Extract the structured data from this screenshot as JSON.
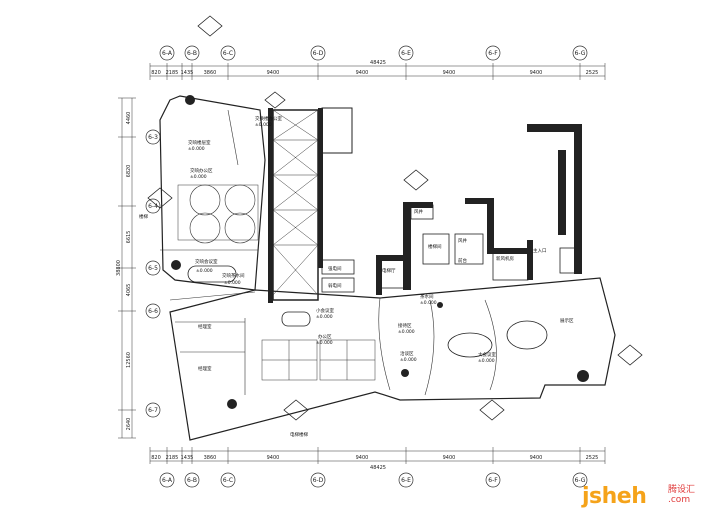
{
  "grid": {
    "columns": [
      "6-A",
      "6-B",
      "6-C",
      "6-D",
      "6-E",
      "6-F",
      "6-G"
    ],
    "rows": [
      "6-3",
      "6-4",
      "6-5",
      "6-6",
      "6-7"
    ]
  },
  "dimensions": {
    "top_segments": [
      "820",
      "2185",
      "1435",
      "3860",
      "9400",
      "9400",
      "9400",
      "9400",
      "2525"
    ],
    "top_total": "48425",
    "bottom_segments": [
      "820",
      "2185",
      "1435",
      "3860",
      "9400",
      "9400",
      "9400",
      "9400",
      "2525"
    ],
    "bottom_total": "48425",
    "left_segments": [
      "4460",
      "6820",
      "6615",
      "4065",
      "12560",
      "2640"
    ],
    "left_overall": "38800"
  },
  "rooms": {
    "vp_office": "交响楼层室",
    "vp_office_level": "±0.000",
    "open_office": "交响办公区",
    "open_office_level": "±0.000",
    "meeting_room": "交响会议室",
    "meeting_room_level": "±0.000",
    "meeting_room_2": "交响茶水间",
    "meeting_room_2_level": "±0.000",
    "office_a": "经理室",
    "office_b": "经理室",
    "small_meeting": "小会议室",
    "small_meeting_level": "±0.000",
    "open_area": "办公区",
    "open_area_level": "±0.000",
    "top_office": "交换楼办公室",
    "top_office_level": "±0.000",
    "ladder": "楼梯",
    "elec": "强电间",
    "weak": "弱电间",
    "elevator_lobby": "电梯厅",
    "pantry": "茶水间",
    "pantry_level": "±0.000",
    "reception": "接待区",
    "reception_level": "±0.000",
    "lounge": "洽谈区",
    "lounge_level": "±0.000",
    "big_meeting": "大会议室",
    "big_meeting_level": "±0.000",
    "display": "展示区",
    "wind": "风井",
    "shaft": "风井",
    "stairs": "楼梯间",
    "fan_room": "新风机房",
    "entry": "主入口",
    "guard": "前台",
    "aisle": "电梯楼梯"
  },
  "logo": {
    "text": "jsheh",
    "dotcom": ".com",
    "cn": "腾设汇"
  },
  "colors": {
    "wall": "#222222",
    "line": "#333333",
    "logo_orange": "#f5a31a",
    "logo_red": "#e03a3a"
  }
}
